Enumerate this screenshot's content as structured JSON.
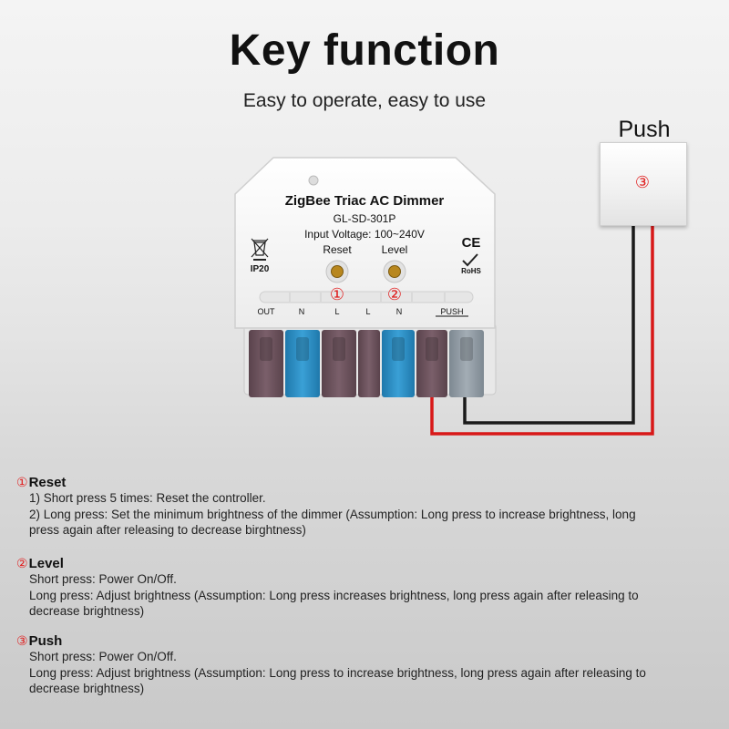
{
  "header": {
    "title": "Key function",
    "subtitle": "Easy to operate, easy to use"
  },
  "push_switch": {
    "label": "Push",
    "number": "③"
  },
  "device": {
    "name": "ZigBee Triac AC Dimmer",
    "model": "GL-SD-301P",
    "voltage": "Input Voltage: 100~240V",
    "button_reset": "Reset",
    "button_level": "Level",
    "marker_reset": "①",
    "marker_level": "②",
    "ip_rating": "IP20",
    "ce_mark": "CE",
    "rohs_mark": "RoHS",
    "terminals": [
      "OUT",
      "N",
      "L",
      "L",
      "N",
      "PUSH"
    ]
  },
  "colors": {
    "accent_red": "#e02020",
    "terminal_brown": "#6e545e",
    "terminal_blue": "#2f8fc4",
    "terminal_grey": "#8f9aa3"
  },
  "sections": [
    {
      "num": "①",
      "title": "Reset",
      "lines": [
        "1) Short press 5 times: Reset the controller.",
        "2) Long press: Set the minimum brightness of the dimmer (Assumption: Long press to increase brightness, long",
        "press again after releasing to decrease birghtness)"
      ]
    },
    {
      "num": "②",
      "title": "Level",
      "lines": [
        "Short press: Power On/Off.",
        "Long press: Adjust brightness (Assumption: Long press increases brightness, long press again after releasing to",
        "decrease brightness)"
      ]
    },
    {
      "num": "③",
      "title": "Push",
      "lines": [
        "Short press: Power On/Off.",
        "Long press: Adjust brightness (Assumption: Long press to increase brightness, long press again after  releasing to",
        "decrease brightness)"
      ]
    }
  ]
}
